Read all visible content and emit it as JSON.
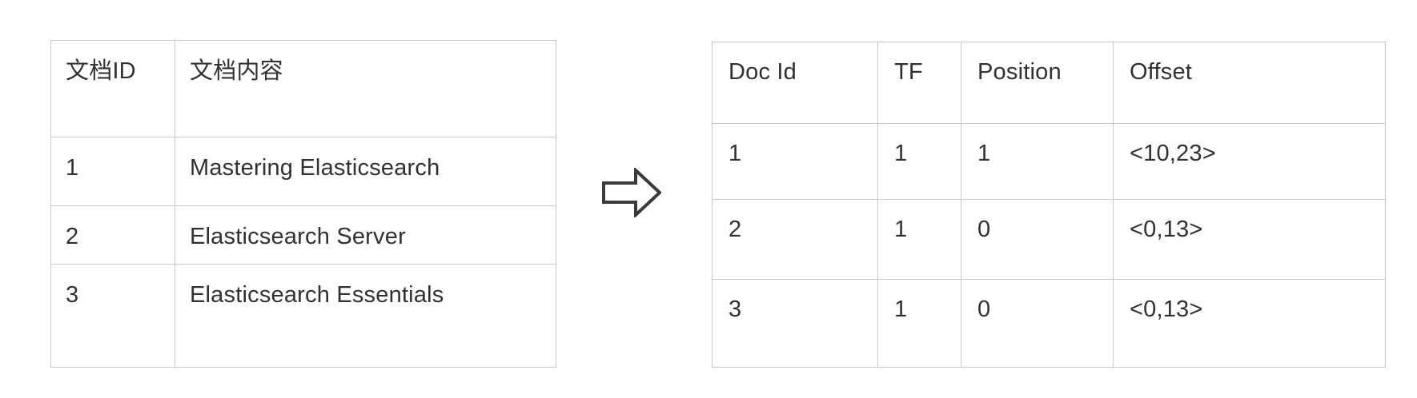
{
  "diagram": {
    "arrow_icon": "right-arrow-icon",
    "border_color": "#c9c9c9",
    "text_color": "#313131",
    "background_color": "#ffffff"
  },
  "documents_table": {
    "headers": [
      "文档ID",
      "文档内容"
    ],
    "rows": [
      {
        "id": "1",
        "content": "Mastering Elasticsearch"
      },
      {
        "id": "2",
        "content": "Elasticsearch Server"
      },
      {
        "id": "3",
        "content": "Elasticsearch Essentials"
      }
    ]
  },
  "posting_table": {
    "headers": [
      "Doc Id",
      "TF",
      "Position",
      "Offset"
    ],
    "rows": [
      {
        "doc_id": "1",
        "tf": "1",
        "position": "1",
        "offset": "<10,23>"
      },
      {
        "doc_id": "2",
        "tf": "1",
        "position": "0",
        "offset": "<0,13>"
      },
      {
        "doc_id": "3",
        "tf": "1",
        "position": "0",
        "offset": "<0,13>"
      }
    ]
  }
}
